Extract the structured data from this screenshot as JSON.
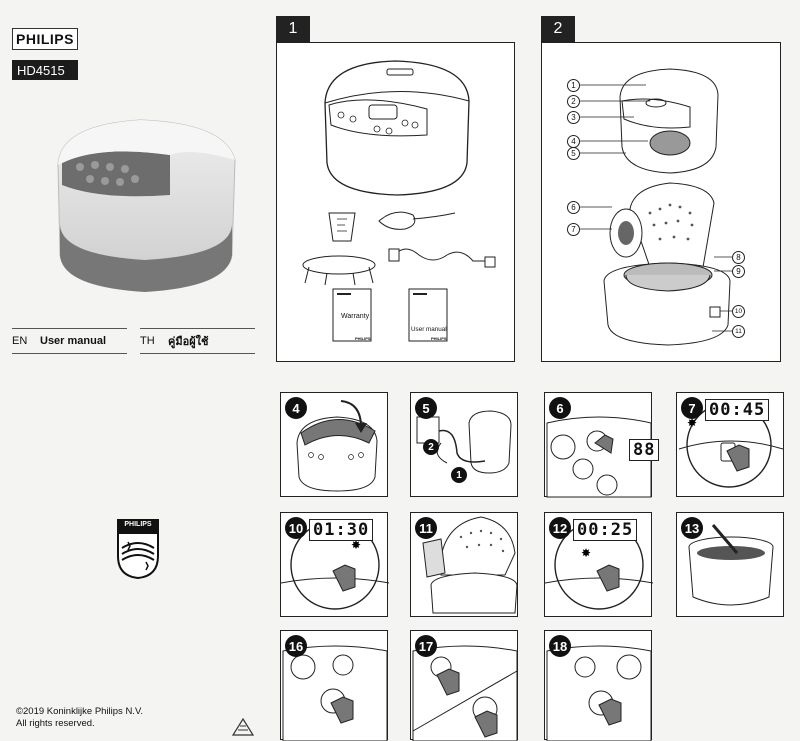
{
  "brand": "PHILIPS",
  "model": "HD4515",
  "languages": [
    {
      "code": "EN",
      "label": "User manual"
    },
    {
      "code": "TH",
      "label": "คู่มือผู้ใช้"
    }
  ],
  "logo_text": "PHILIPS",
  "copyright": [
    "©2019 Koninklijke Philips N.V.",
    "All rights reserved."
  ],
  "figure1": {
    "number": "1",
    "booklet_warranty": "Warranty",
    "booklet_manual": "User manual",
    "booklet_brand": "PHILIPS"
  },
  "figure2": {
    "number": "2",
    "callouts": [
      "1",
      "2",
      "3",
      "4",
      "5",
      "6",
      "7",
      "8",
      "9",
      "10",
      "11"
    ]
  },
  "steps": [
    {
      "number": "4"
    },
    {
      "number": "5",
      "sub": [
        "2",
        "1"
      ]
    },
    {
      "number": "6",
      "lcd": "88"
    },
    {
      "number": "7",
      "lcd": "00:45"
    },
    {
      "number": "10",
      "lcd": "01:30"
    },
    {
      "number": "11"
    },
    {
      "number": "12",
      "lcd": "00:25"
    },
    {
      "number": "13"
    },
    {
      "number": "16"
    },
    {
      "number": "17"
    },
    {
      "number": "18"
    }
  ]
}
